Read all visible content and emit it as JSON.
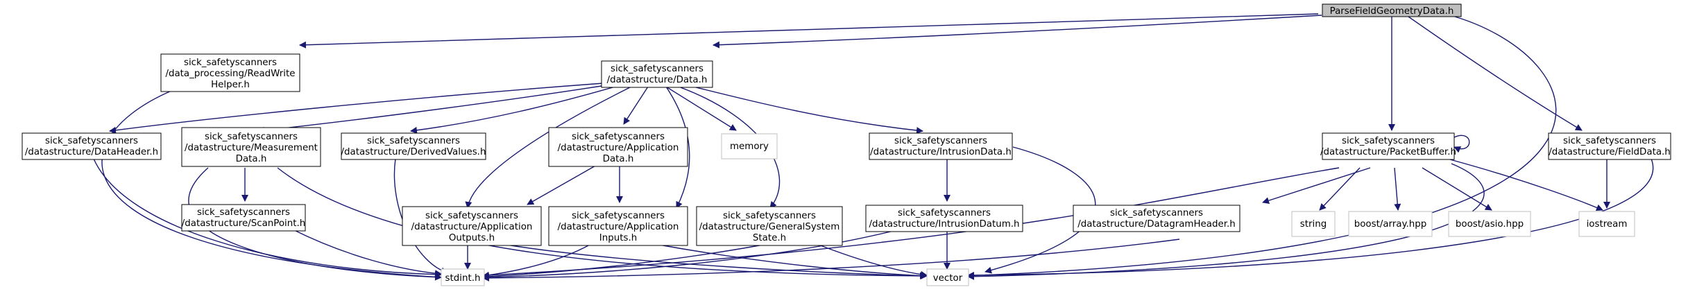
{
  "nodes": {
    "root": "ParseFieldGeometryData.h",
    "readwrite": [
      "sick_safetyscanners",
      "/data_processing/ReadWrite",
      "Helper.h"
    ],
    "data": [
      "sick_safetyscanners",
      "/datastructure/Data.h"
    ],
    "dataheader": [
      "sick_safetyscanners",
      "/datastructure/DataHeader.h"
    ],
    "measurement": [
      "sick_safetyscanners",
      "/datastructure/Measurement",
      "Data.h"
    ],
    "derived": [
      "sick_safetyscanners",
      "/datastructure/DerivedValues.h"
    ],
    "appdata": [
      "sick_safetyscanners",
      "/datastructure/Application",
      "Data.h"
    ],
    "memory": "memory",
    "intrusiondata": [
      "sick_safetyscanners",
      "/datastructure/IntrusionData.h"
    ],
    "packetbuffer": [
      "sick_safetyscanners",
      "/datastructure/PacketBuffer.h"
    ],
    "fielddata": [
      "sick_safetyscanners",
      "/datastructure/FieldData.h"
    ],
    "scanpoint": [
      "sick_safetyscanners",
      "/datastructure/ScanPoint.h"
    ],
    "appoutputs": [
      "sick_safetyscanners",
      "/datastructure/Application",
      "Outputs.h"
    ],
    "appinputs": [
      "sick_safetyscanners",
      "/datastructure/Application",
      "Inputs.h"
    ],
    "generalsystem": [
      "sick_safetyscanners",
      "/datastructure/GeneralSystem",
      "State.h"
    ],
    "intrusiondatum": [
      "sick_safetyscanners",
      "/datastructure/IntrusionDatum.h"
    ],
    "datagramheader": [
      "sick_safetyscanners",
      "/datastructure/DatagramHeader.h"
    ],
    "string": "string",
    "boostarray": "boost/array.hpp",
    "boostasio": "boost/asio.hpp",
    "iostream": "iostream",
    "stdint": "stdint.h",
    "vector": "vector"
  },
  "colors": {
    "edge": "#191970",
    "root_fill": "#bfbfbf",
    "system_border": "#bfbfbf"
  }
}
